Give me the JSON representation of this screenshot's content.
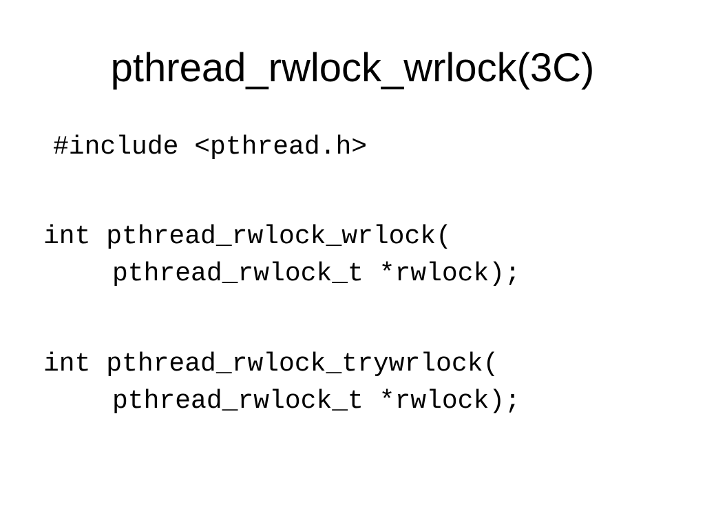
{
  "slide": {
    "title": "pthread_rwlock_wrlock(3C)",
    "include_line": "#include <pthread.h>",
    "functions": [
      {
        "signature": "int pthread_rwlock_wrlock(",
        "argument": "pthread_rwlock_t *rwlock);"
      },
      {
        "signature": "int pthread_rwlock_trywrlock(",
        "argument": "pthread_rwlock_t *rwlock);"
      }
    ]
  }
}
